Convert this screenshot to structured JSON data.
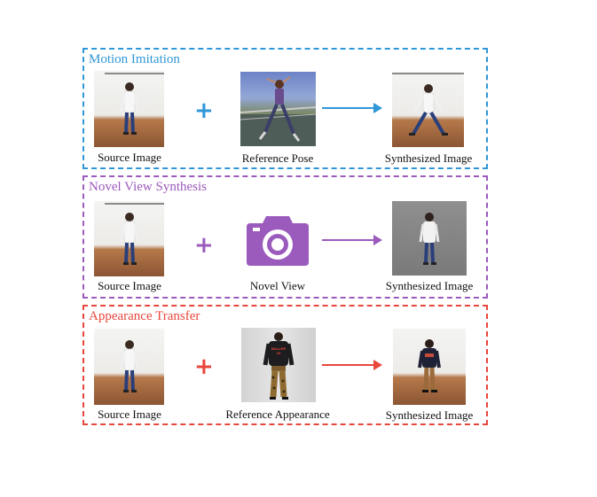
{
  "colors": {
    "motion": "#2f97d8",
    "novel": "#9b5bbd",
    "appearance": "#e9463c"
  },
  "panels": {
    "motion": {
      "title": "Motion Imitation",
      "source_caption": "Source Image",
      "middle_caption": "Reference Pose",
      "output_caption": "Synthesized Image"
    },
    "novel": {
      "title": "Novel View Synthesis",
      "source_caption": "Source Image",
      "middle_caption": "Novel View",
      "output_caption": "Synthesized Image"
    },
    "appearance": {
      "title": "Appearance Transfer",
      "source_caption": "Source Image",
      "middle_caption": "Reference Appearance",
      "output_caption": "Synthesized Image"
    }
  },
  "symbols": {
    "plus": "+"
  },
  "icons": {
    "novel_view": "camera-icon"
  },
  "reference_shirt_text": "BALLER 23"
}
